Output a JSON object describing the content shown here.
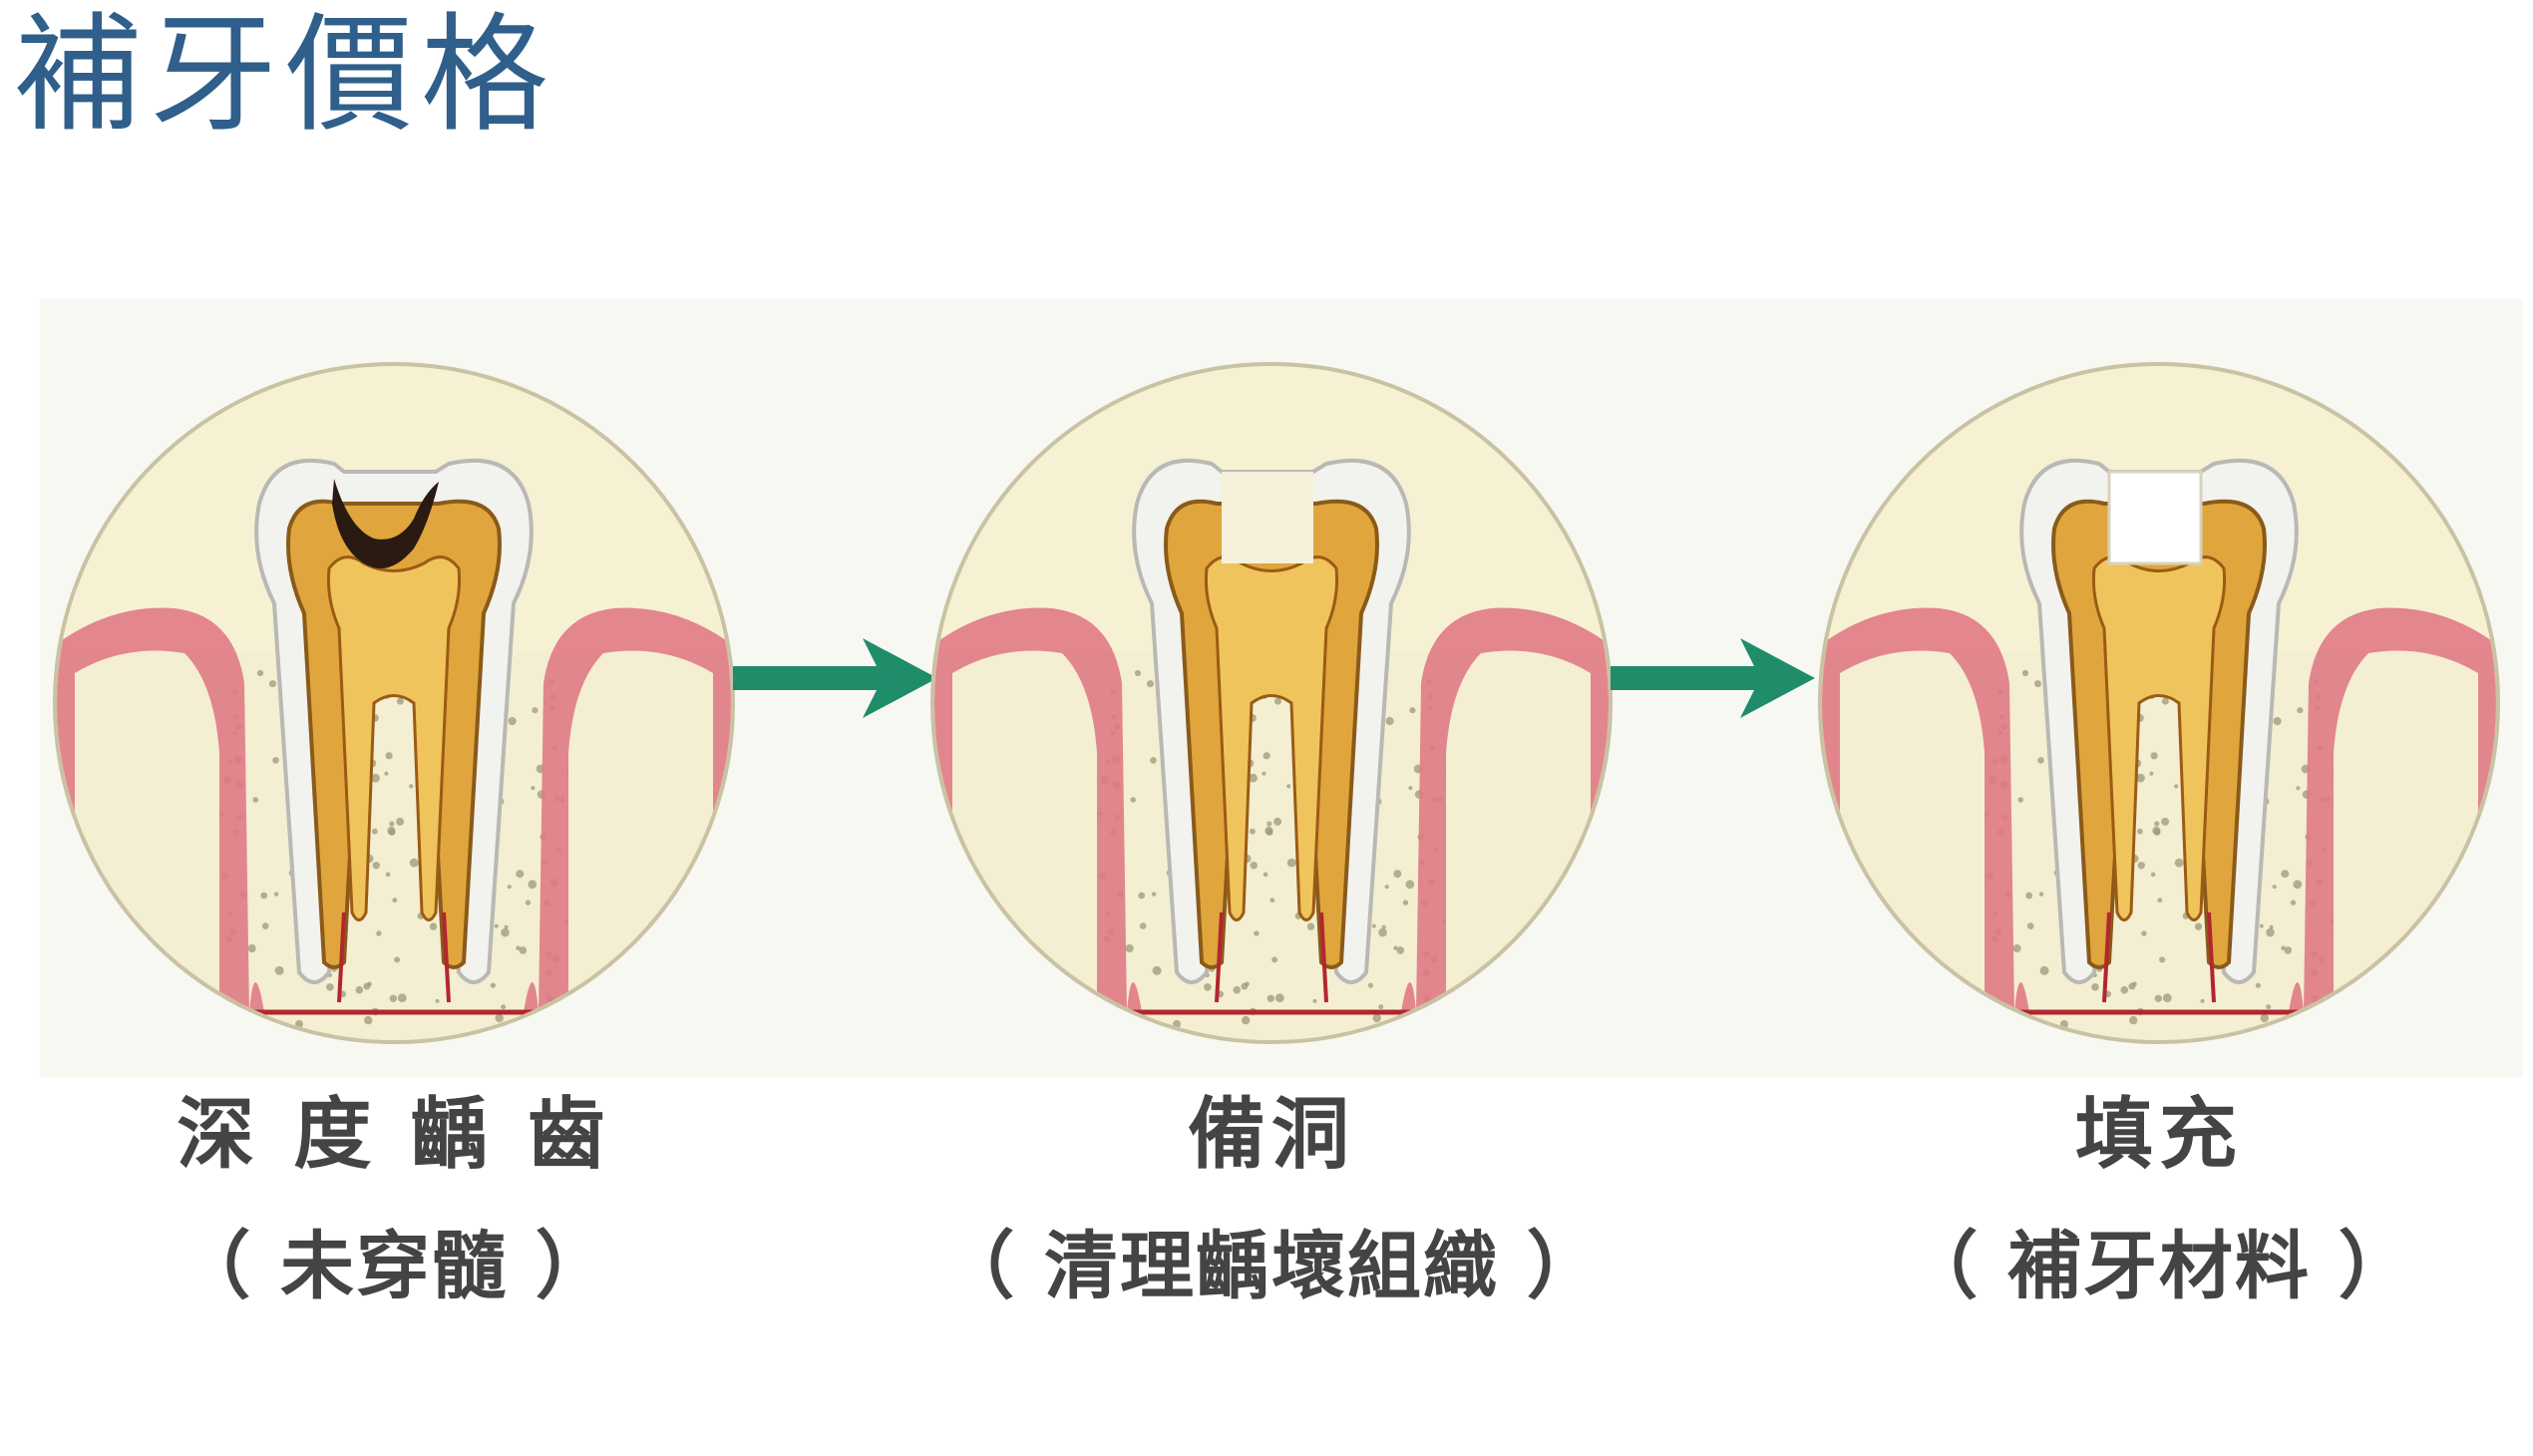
{
  "title": "補牙價格",
  "steps": [
    {
      "label": "深 度 齲 齒",
      "sublabel": "（ 未穿髓 ）",
      "stage": "decay"
    },
    {
      "label": "備洞",
      "sublabel": "（ 清理齲壞組織 ）",
      "stage": "prepared"
    },
    {
      "label": "填充",
      "sublabel": "（ 補牙材料 ）",
      "stage": "filled"
    }
  ],
  "colors": {
    "title": "#2f5f8a",
    "arrow": "#1f8c6a",
    "gum": "#e07a86",
    "bone": "#f4eed2",
    "dentin": "#e0a53c",
    "pulp": "#f0c45c",
    "decay": "#2b1a12",
    "filling": "#ffffff"
  },
  "icons": [
    "tooth-cross-section-icon",
    "right-arrow-icon"
  ]
}
